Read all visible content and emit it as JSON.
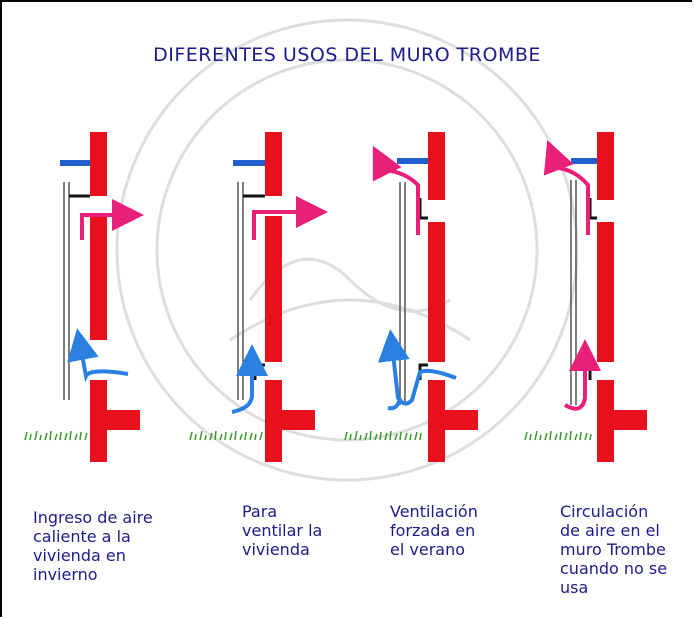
{
  "title": "DIFERENTES USOS DEL MURO TROMBE",
  "captions": [
    "Ingreso de aire\ncaliente a la\nvivienda en\ninvierno",
    "Para\nventilar la\nvivienda",
    "Ventilación\nforzada en\nel verano",
    "Circulación\nde aire en el\nmuro Trombe\ncuando no se\nusa"
  ],
  "colors": {
    "wall": "#e8101c",
    "warm_air": "#e8207a",
    "cool_air": "#2a80e0",
    "shade": "#1f5fd0",
    "grass": "#3a9a2a",
    "text": "#1c1c8c",
    "watermark": "#d0d0d0"
  }
}
